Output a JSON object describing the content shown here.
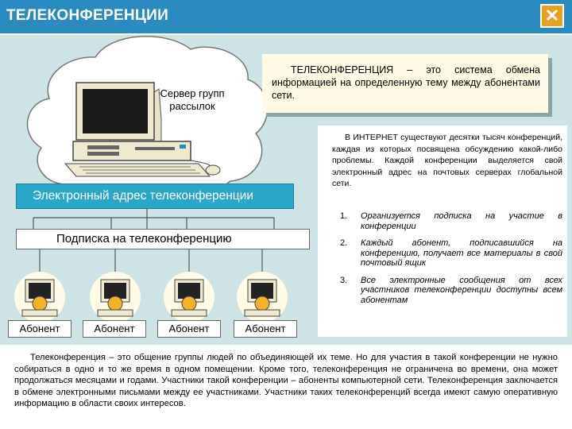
{
  "header": {
    "title": "ТЕЛЕКОНФЕРЕНЦИИ",
    "close_glyph": "✕"
  },
  "definition": "ТЕЛЕКОНФЕРЕНЦИЯ – это система обмена информацией на определенную тему между абонентами сети.",
  "server_label": "Сервер групп рассылок",
  "address_label": "Электронный адрес телеконференции",
  "subscription_label": "Подписка на телеконференцию",
  "subscribers": [
    "Абонент",
    "Абонент",
    "Абонент",
    "Абонент"
  ],
  "info_text": "В ИНТЕРНЕТ существуют десятки тысяч конференций, каждая из которых посвящена обсуждению какой-либо проблемы. Каждой конференции выделяется свой электронный адрес на почтовых серверах глобальной сети.",
  "steps": [
    {
      "num": "1.",
      "text": "Организуется подписка на участие в конференции"
    },
    {
      "num": "2.",
      "text": "Каждый абонент, подписавшийся на конференцию, получает все материалы в свой почтовый ящик"
    },
    {
      "num": "3.",
      "text": "Все электронные сообщения от всех участников телеконференции доступны всем абонентам"
    }
  ],
  "footer": "Телеконференция – это общение группы людей по объединяющей их теме. Но для участия в такой конференции не нужно собираться в одно и то же время в одном помещении. Кроме того, телеконференция не ограничена во времени, она может продолжаться месяцами и годами. Участники такой конференции – абоненты компьютерной сети. Телеконференция заключается в обмене электронными письмами между ее участниками. Участники таких телеконференций всегда имеют самую оперативную информацию в области своих интересов.",
  "colors": {
    "titlebar": "#2a8bc0",
    "panel": "#cde3e6",
    "address_box": "#2aa6c8",
    "close_button": "#e8a020",
    "definition_box": "#fffbe6"
  },
  "icons": [
    "cloud-icon",
    "server-computer-icon",
    "subscriber-computer-icon",
    "close-icon"
  ]
}
